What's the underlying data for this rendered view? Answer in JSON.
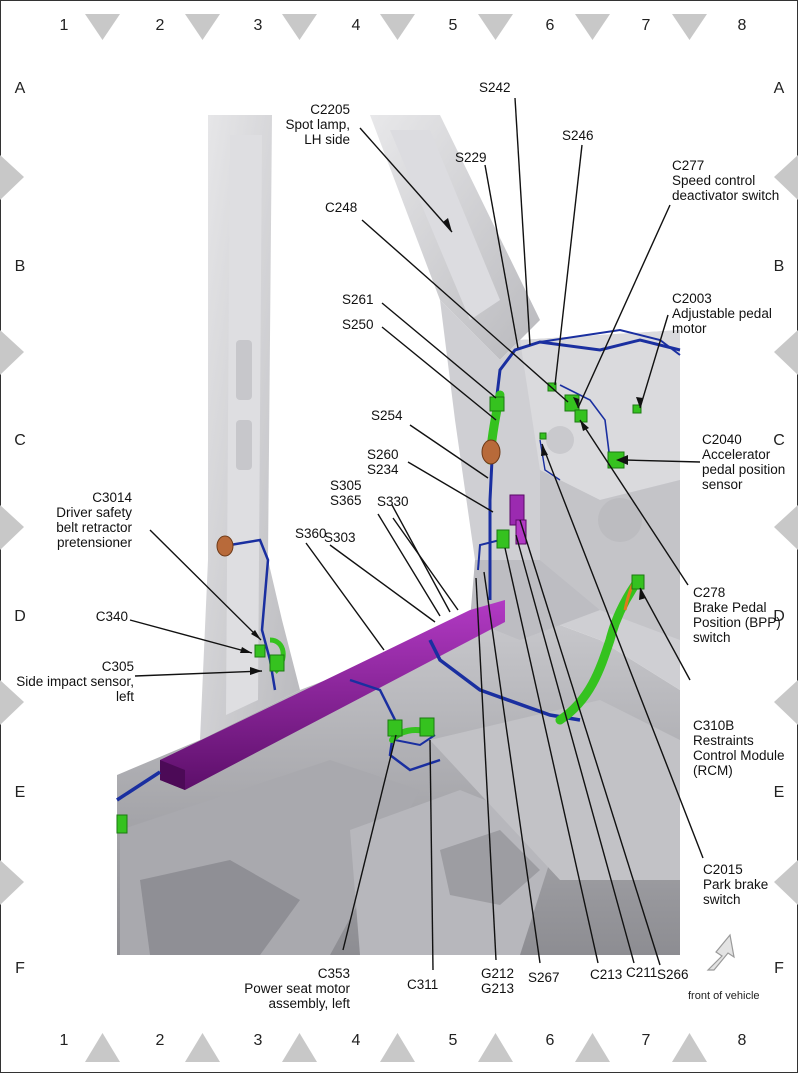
{
  "grid": {
    "columns": [
      "1",
      "2",
      "3",
      "4",
      "5",
      "6",
      "7",
      "8"
    ],
    "rows": [
      "A",
      "B",
      "C",
      "D",
      "E",
      "F"
    ]
  },
  "callouts": {
    "c2205": "C2205\nSpot lamp,\nLH side",
    "s242": "S242",
    "s229": "S229",
    "s246": "S246",
    "c277": "C277\nSpeed control\ndeactivator switch",
    "c248": "C248",
    "c2003": "C2003\nAdjustable pedal\nmotor",
    "s261": "S261",
    "s250": "S250",
    "s254": "S254",
    "c2040": "C2040\nAccelerator\npedal position\nsensor",
    "s260_s234": "S260\nS234",
    "s305_s365": "S305\nS365",
    "s330": "S330",
    "c3014": "C3014\nDriver safety\nbelt retractor\npretensioner",
    "s360": "S360",
    "s303": "S303",
    "c278": "C278\nBrake Pedal\nPosition (BPP)\nswitch",
    "c340": "C340",
    "c305": "C305\nSide impact sensor,\nleft",
    "c310b": "C310B\nRestraints\nControl Module\n(RCM)",
    "c2015": "C2015\nPark brake\nswitch",
    "c353": "C353\nPower seat motor\nassembly, left",
    "c311": "C311",
    "g212_g213": "G212\nG213",
    "s267": "S267",
    "c213": "C213",
    "c211": "C211",
    "s266": "S266"
  },
  "legend": {
    "front_of_vehicle": "front of vehicle"
  },
  "colors": {
    "wire_harness": "#1a2fa0",
    "connector": "#35c21f",
    "conduit_purple": "#8a1a9a",
    "body_grey": "#d4d4d8",
    "ground_copper": "#b86a3a"
  }
}
